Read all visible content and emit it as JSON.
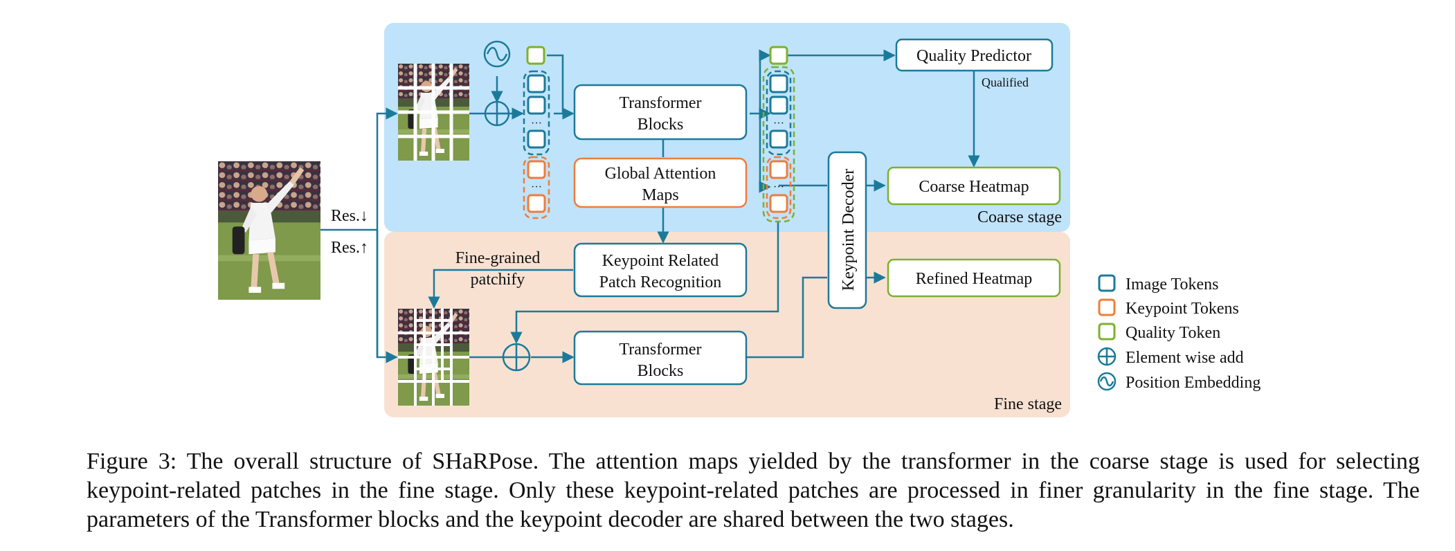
{
  "colors": {
    "coarse_bg": "#bfe3fa",
    "fine_bg": "#f9e1d2",
    "teal": "#1b7a99",
    "orange": "#ee7d3b",
    "green": "#7db12a",
    "dark_teal": "#1d6f8a"
  },
  "labels": {
    "res_down": "Res.↓",
    "res_up": "Res.↑",
    "tb_coarse": [
      "Transformer",
      "Blocks"
    ],
    "gam": [
      "Global Attention",
      "Maps"
    ],
    "krpr": [
      "Keypoint Related",
      "Patch Recognition"
    ],
    "tb_fine": [
      "Transformer",
      "Blocks"
    ],
    "quality_predictor": "Quality Predictor",
    "qualified": "Qualified",
    "coarse_heatmap": "Coarse Heatmap",
    "refined_heatmap": "Refined Heatmap",
    "keypoint_decoder": "Keypoint Decoder",
    "coarse_stage": "Coarse stage",
    "fine_stage": "Fine stage",
    "fine_grained": [
      "Fine-grained",
      "patchify"
    ],
    "dots": "···"
  },
  "legend": [
    {
      "label": "Image Tokens",
      "icon": "image-token-icon"
    },
    {
      "label": "Keypoint Tokens",
      "icon": "keypoint-token-icon"
    },
    {
      "label": "Quality Token",
      "icon": "quality-token-icon"
    },
    {
      "label": "Element wise add",
      "icon": "element-add-icon"
    },
    {
      "label": "Position Embedding",
      "icon": "position-embedding-icon"
    }
  ],
  "caption": "Figure 3: The overall structure of SHaRPose. The attention maps yielded by the transformer in the coarse stage is used for selecting keypoint-related patches in the fine stage. Only these keypoint-related patches are processed in finer granularity in the fine stage. The parameters of the Transformer blocks and the keypoint decoder are shared between the two stages."
}
